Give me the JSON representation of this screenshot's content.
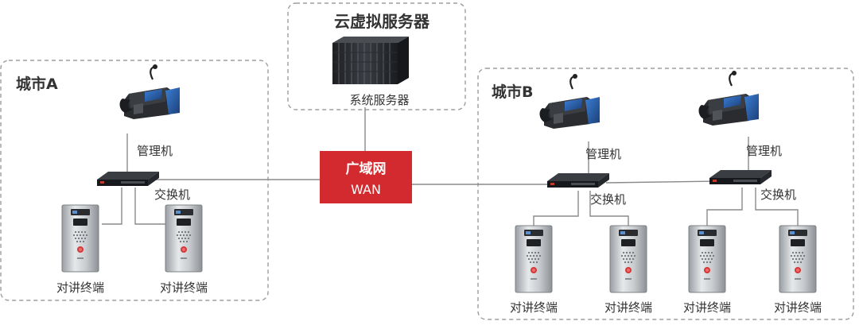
{
  "server": {
    "title": "云虚拟服务器",
    "label": "系统服务器"
  },
  "wan": {
    "title": "广域网",
    "subtitle": "WAN",
    "color": "#d32a2f"
  },
  "city_a": {
    "title": "城市A",
    "manager_label": "管理机",
    "switch_label": "交换机",
    "terminal_labels": [
      "对讲终端",
      "对讲终端"
    ]
  },
  "city_b": {
    "title": "城市B",
    "manager_labels": [
      "管理机",
      "管理机"
    ],
    "switch_labels": [
      "交换机",
      "交换机"
    ],
    "terminal_labels": [
      "对讲终端",
      "对讲终端",
      "对讲终端",
      "对讲终端"
    ]
  },
  "icons": {
    "server": "server-rack-icon",
    "phone": "desk-phone-icon",
    "switch": "network-switch-icon",
    "intercom": "intercom-terminal-icon"
  }
}
